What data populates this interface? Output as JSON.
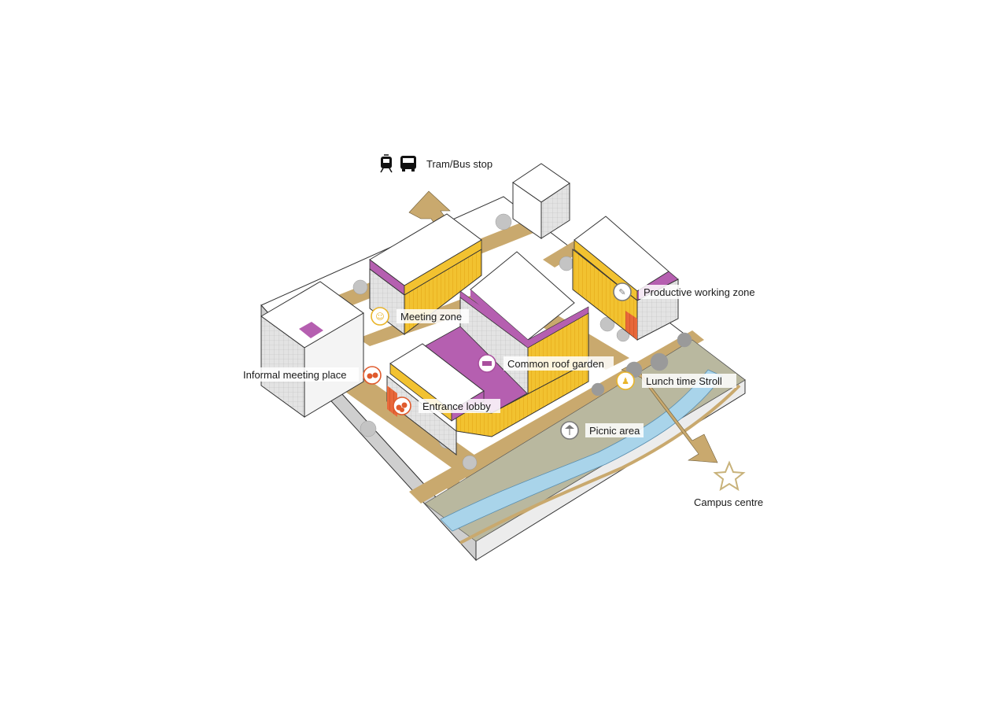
{
  "labels": {
    "transit": "Tram/Bus stop",
    "meeting_zone": "Meeting zone",
    "productive_zone": "Productive working zone",
    "informal_meeting": "Informal meeting place",
    "roof_garden": "Common roof garden",
    "lunch_stroll": "Lunch time Stroll",
    "entrance_lobby": "Entrance lobby",
    "picnic_area": "Picnic area",
    "campus_centre": "Campus centre"
  },
  "icons": {
    "tram": "tram-icon",
    "bus": "bus-icon",
    "meeting": "people-group-icon",
    "productive": "desk-worker-icon",
    "informal": "chat-people-icon",
    "roof_garden": "garden-icon",
    "lunch": "walking-people-icon",
    "entrance": "crowd-icon",
    "picnic": "parasol-table-icon",
    "campus": "star-icon"
  },
  "colors": {
    "path": "#c9a96e",
    "roof_purple": "#b55fb0",
    "facade_yellow": "#f2c230",
    "facade_orange": "#e8683a",
    "facade_grey": "#d9d9d9",
    "water": "#a9d4ea",
    "grass": "#b9b89f",
    "star": "#c8b27a",
    "icon_yellow": "#e9b52a",
    "icon_orange": "#e05a2c",
    "icon_purple": "#a9509e",
    "icon_grey": "#7a7a7a"
  }
}
